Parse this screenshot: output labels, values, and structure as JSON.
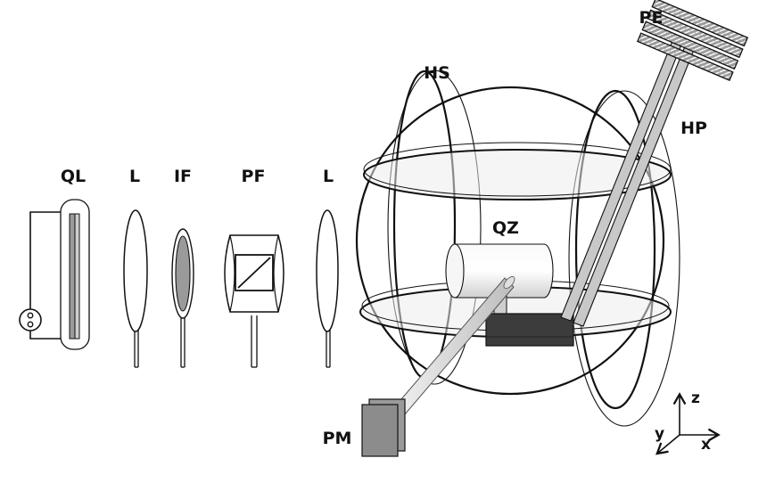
{
  "labels": {
    "ql": "QL",
    "lens1": "L",
    "if": "IF",
    "pf": "PF",
    "lens2": "L",
    "hs": "HS",
    "qz": "QZ",
    "pe": "PE",
    "hp": "HP",
    "pm": "PM"
  },
  "axes": {
    "z": "z",
    "y": "y",
    "x": "x"
  },
  "colors": {
    "line": "#111111",
    "light_fill": "#e6e6e6",
    "mid_fill": "#9a9a9a",
    "dark_fill": "#3c3c3c",
    "rod_fill": "#c8c8c8"
  }
}
